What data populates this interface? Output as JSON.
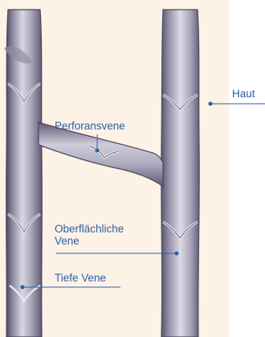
{
  "labels": {
    "perforans": "Perforansvene",
    "oberflaechlich": "Oberflächliche\nVene",
    "tiefe": "Tiefe Vene",
    "haut": "Haut"
  },
  "colors": {
    "skin": "#fdf2e6",
    "vein_dark": "#6c6680",
    "vein_mid": "#a29fb4",
    "vein_light": "#d8d6e2",
    "label": "#2c5fa6"
  }
}
